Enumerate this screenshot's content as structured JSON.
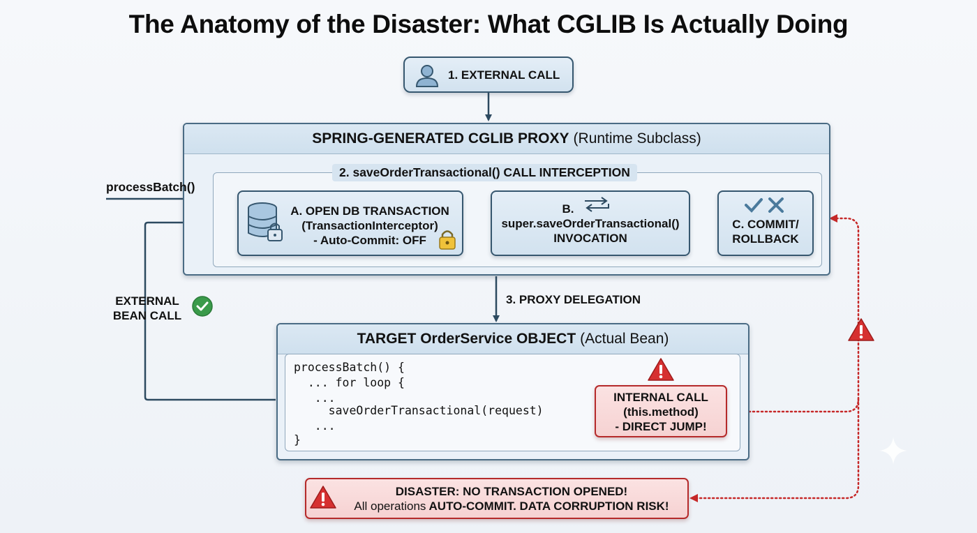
{
  "title": "The Anatomy of the Disaster: What CGLIB Is Actually Doing",
  "external_call": {
    "label": "1. EXTERNAL CALL",
    "icon": "user-icon"
  },
  "proxy": {
    "title_bold": "SPRING-GENERATED CGLIB PROXY",
    "title_light": "(Runtime Subclass)",
    "interception_label": "2. saveOrderTransactional() CALL INTERCEPTION",
    "step_a": {
      "line1": "A. OPEN DB TRANSACTION",
      "line2": "(TransactionInterceptor)",
      "line3": "- Auto-Commit: OFF",
      "icons": [
        "database-icon",
        "padlock-icon",
        "lock-icon"
      ]
    },
    "step_b": {
      "line1": "B.",
      "line2": "super.saveOrderTransactional()",
      "line3": "INVOCATION",
      "icon": "swap-arrows-icon"
    },
    "step_c": {
      "line1": "C. COMMIT/",
      "line2": "ROLLBACK",
      "icons": [
        "checkmark-icon",
        "x-icon"
      ]
    }
  },
  "left_labels": {
    "process_batch": "processBatch()",
    "external_bean_call_line1": "EXTERNAL",
    "external_bean_call_line2": "BEAN CALL",
    "check_icon": "check-circle-icon"
  },
  "proxy_delegation": "3. PROXY DELEGATION",
  "target": {
    "title_bold": "TARGET OrderService OBJECT",
    "title_light": "(Actual Bean)",
    "code_lines": [
      "processBatch() {",
      "  ... for loop {",
      "   ...",
      "     saveOrderTransactional(request)",
      "   ...",
      "}"
    ]
  },
  "internal_call": {
    "line1": "INTERNAL CALL",
    "line2": "(this.method)",
    "line3": "- DIRECT JUMP!",
    "icon": "warning-icon"
  },
  "disaster": {
    "line1": "DISASTER: NO TRANSACTION OPENED!",
    "line2_normal": "All operations",
    "line2_bold": "AUTO-COMMIT. DATA CORRUPTION RISK!",
    "icon": "warning-icon"
  },
  "colors": {
    "navy": "#36576f",
    "box_fill": "#d6e5f1",
    "red": "#c62828",
    "red_fill": "#f8dada",
    "green": "#3a9a4a",
    "gold": "#e8b21c"
  }
}
